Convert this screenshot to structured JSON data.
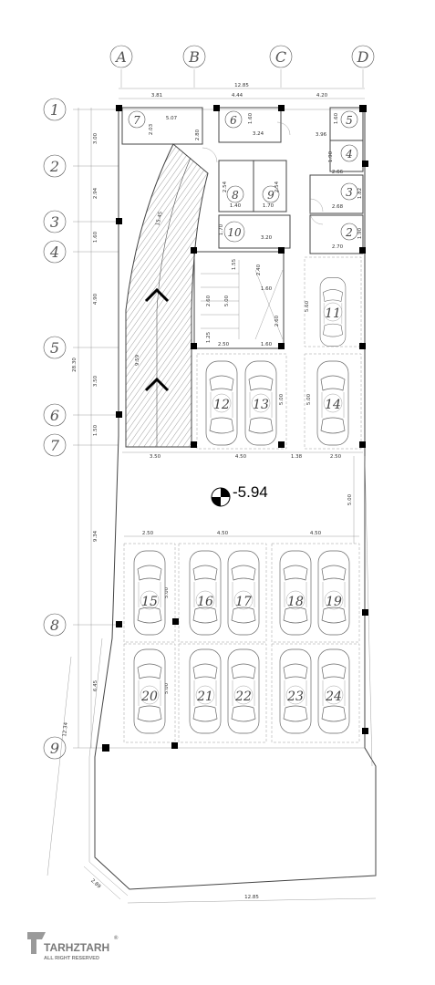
{
  "grid": {
    "columns": [
      "A",
      "B",
      "C",
      "D"
    ],
    "rows": [
      "1",
      "2",
      "3",
      "4",
      "5",
      "6",
      "7",
      "8",
      "9"
    ]
  },
  "elevation": "-5.94",
  "dimensions": {
    "top_total": "12.85",
    "top_segments": [
      "3.81",
      "4.44",
      "4.20"
    ],
    "bottom_total": "12.85",
    "left_vertical": [
      "3.00",
      "2.94",
      "1.60",
      "4.90",
      "3.50",
      "1.50",
      "9.34",
      "6.45"
    ],
    "left_total": "28.30",
    "left_lower": "12.34",
    "bottom_diag": "2.89",
    "mid_row": [
      "3.50",
      "4.50",
      "1.38",
      "2.50"
    ],
    "bay_row": [
      "2.50",
      "4.50",
      "4.50"
    ],
    "right_gap": "5.00",
    "ramp_len": "15.45",
    "ramp_sub": "9.59",
    "room_dims": [
      "5.07",
      "2.03",
      "2.80",
      "1.60",
      "3.24",
      "3.96",
      "1.60",
      "1.90",
      "2.66",
      "2.54",
      "2.54",
      "1.40",
      "1.70",
      "2.68",
      "1.82",
      "1.70",
      "3.20",
      "2.70",
      "1.90",
      "1.55",
      "2.40",
      "1.60",
      "5.00",
      "2.60",
      "2.60",
      "1.25",
      "2.50",
      "1.60",
      "5.60",
      "5.00",
      "5.00",
      "5.00",
      "5.00"
    ]
  },
  "room_labels": [
    "7",
    "6",
    "5",
    "4",
    "8",
    "9",
    "3",
    "2",
    "10"
  ],
  "parking_spots": [
    "11",
    "12",
    "13",
    "14",
    "15",
    "16",
    "17",
    "18",
    "19",
    "20",
    "21",
    "22",
    "23",
    "24"
  ],
  "logo": {
    "name": "TARHZTARH",
    "tagline": "ALL RIGHT RESERVED",
    "mark": "®"
  }
}
